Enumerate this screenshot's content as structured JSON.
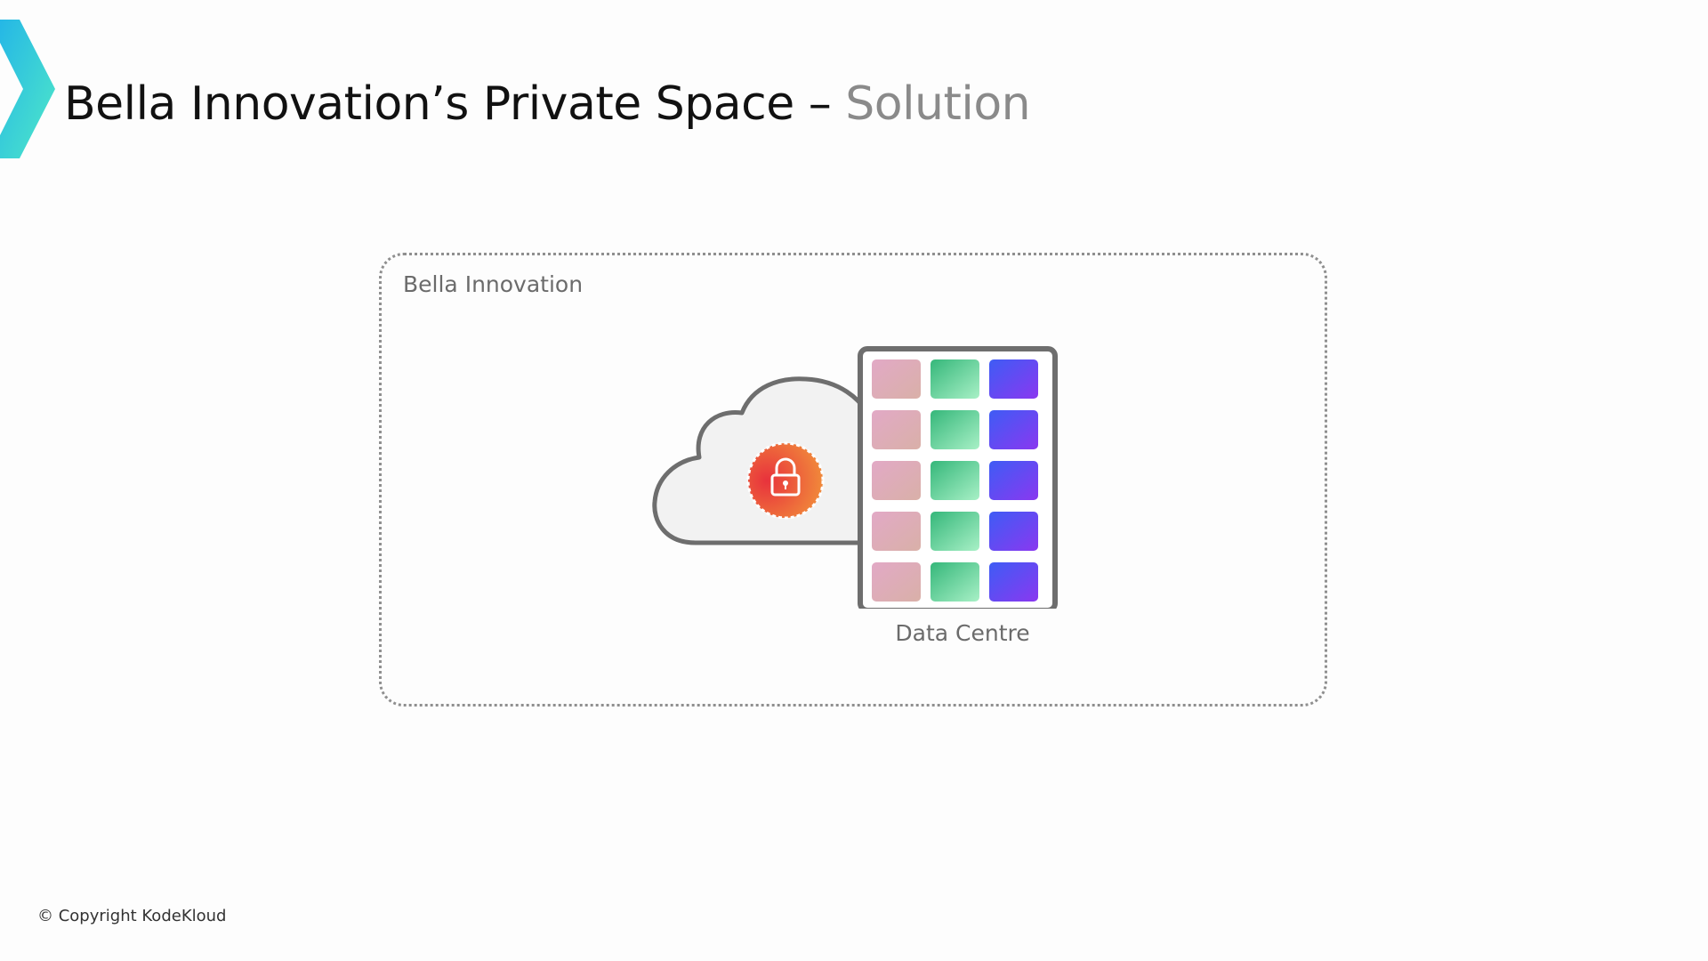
{
  "header": {
    "title_main": "Bella Innovation’s Private Space – ",
    "title_highlight": "Solution"
  },
  "diagram": {
    "org_label": "Bella Innovation",
    "data_centre_label": "Data Centre",
    "icons": [
      "cloud-icon",
      "lock-badge-icon",
      "data-centre-rack-icon"
    ],
    "rack_rows": 5,
    "rack_columns": [
      "pink",
      "green",
      "blue"
    ],
    "colors": {
      "accent_chevron": "#2ed3d6",
      "cloud_fill": "#f2f2f2",
      "outline": "#6e6e6e",
      "lock_gradient_start": "#e8323c",
      "lock_gradient_end": "#f3a03a",
      "pink_tile": "#d9a8bd",
      "green_tile": "#5fd48e",
      "blue_tile": "#5a3cf0"
    }
  },
  "footer": {
    "copyright": "© Copyright KodeKloud"
  }
}
